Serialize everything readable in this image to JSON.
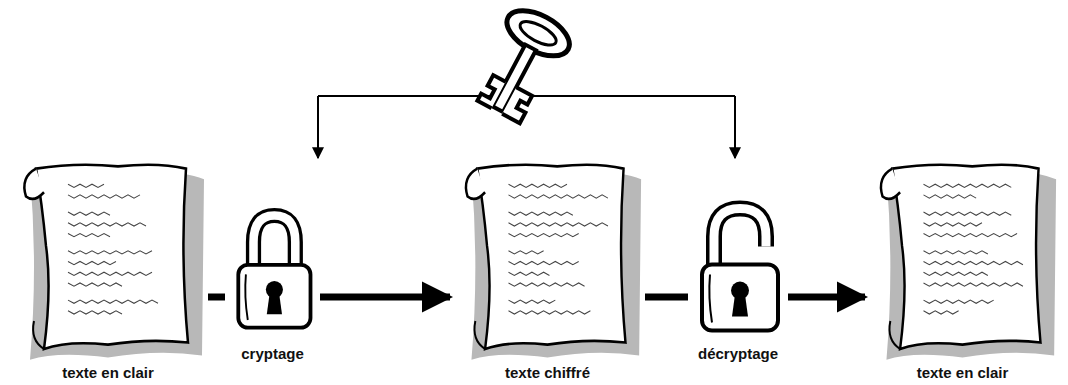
{
  "diagram": {
    "nodes": [
      {
        "text": [
          "texte en clair"
        ]
      },
      {
        "text": [
          "cryptage"
        ]
      },
      {
        "text": [
          "texte chiffré"
        ]
      },
      {
        "text": [
          "décryptage"
        ]
      },
      {
        "text": [
          "texte en clair"
        ]
      }
    ],
    "edges": [
      {
        "from": 0,
        "to": 1,
        "arrow": "none"
      },
      {
        "from": 1,
        "to": 2,
        "arrow": "to"
      },
      {
        "from": 2,
        "to": 3,
        "arrow": "none"
      },
      {
        "from": 3,
        "to": 4,
        "arrow": "to"
      }
    ]
  }
}
